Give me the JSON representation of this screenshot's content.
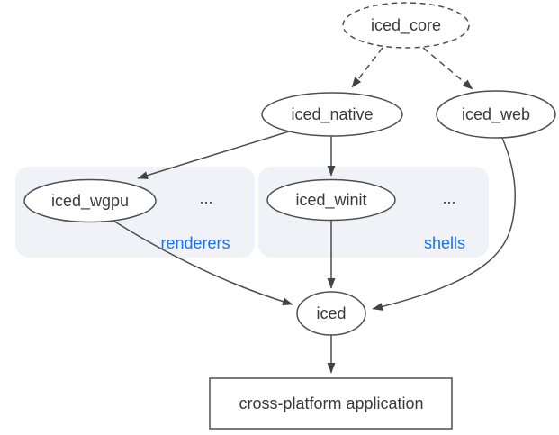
{
  "diagram": {
    "nodes": {
      "iced_core": {
        "label": "iced_core"
      },
      "iced_native": {
        "label": "iced_native"
      },
      "iced_web": {
        "label": "iced_web"
      },
      "iced_wgpu": {
        "label": "iced_wgpu"
      },
      "iced_winit": {
        "label": "iced_winit"
      },
      "iced": {
        "label": "iced"
      },
      "application": {
        "label": "cross-platform application"
      }
    },
    "groups": {
      "renderers": {
        "label": "renderers",
        "ellipsis": "..."
      },
      "shells": {
        "label": "shells",
        "ellipsis": "..."
      }
    },
    "edges": [
      {
        "from": "iced_core",
        "to": "iced_native",
        "style": "dashed"
      },
      {
        "from": "iced_core",
        "to": "iced_web",
        "style": "dashed"
      },
      {
        "from": "iced_native",
        "to": "iced_wgpu",
        "style": "solid"
      },
      {
        "from": "iced_native",
        "to": "iced_winit",
        "style": "solid"
      },
      {
        "from": "iced_wgpu",
        "to": "iced",
        "style": "solid"
      },
      {
        "from": "iced_winit",
        "to": "iced",
        "style": "solid"
      },
      {
        "from": "iced_web",
        "to": "iced",
        "style": "solid"
      },
      {
        "from": "iced",
        "to": "application",
        "style": "solid"
      }
    ],
    "colors": {
      "group_label": "#1a73e8",
      "group_fill": "#f0f2f7",
      "stroke": "#4e4e4e",
      "text": "#3a3a3a",
      "background": "#ffffff"
    }
  }
}
